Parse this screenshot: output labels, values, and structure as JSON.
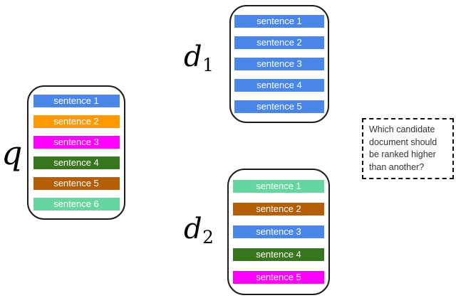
{
  "figure": {
    "query": {
      "label": "q",
      "sentences": [
        {
          "text": "sentence 1",
          "color": "#4A86E8"
        },
        {
          "text": "sentence 2",
          "color": "#FF9900"
        },
        {
          "text": "sentence 3",
          "color": "#FF00FF"
        },
        {
          "text": "sentence 4",
          "color": "#38761D"
        },
        {
          "text": "sentence 5",
          "color": "#B45F06"
        },
        {
          "text": "sentence 6",
          "color": "#67D5A0"
        }
      ]
    },
    "documents": [
      {
        "label_base": "d",
        "label_sub": "1",
        "sentences": [
          {
            "text": "sentence 1",
            "color": "#4A86E8"
          },
          {
            "text": "sentence 2",
            "color": "#4A86E8"
          },
          {
            "text": "sentence 3",
            "color": "#4A86E8"
          },
          {
            "text": "sentence 4",
            "color": "#4A86E8"
          },
          {
            "text": "sentence 5",
            "color": "#4A86E8"
          }
        ]
      },
      {
        "label_base": "d",
        "label_sub": "2",
        "sentences": [
          {
            "text": "sentence 1",
            "color": "#67D5A0"
          },
          {
            "text": "sentence 2",
            "color": "#B45F06"
          },
          {
            "text": "sentence 3",
            "color": "#4A86E8"
          },
          {
            "text": "sentence 4",
            "color": "#38761D"
          },
          {
            "text": "sentence 5",
            "color": "#FF00FF"
          }
        ]
      }
    ],
    "question_box": {
      "lines": [
        "Which candidate",
        "document should",
        "be ranked higher",
        "than another?"
      ]
    },
    "colors": {
      "background": "#FFFFFF",
      "bar_text": "#FFFFFF",
      "box_border": "#1C1C1C",
      "question_border": "#111111",
      "question_text": "#333333"
    }
  }
}
